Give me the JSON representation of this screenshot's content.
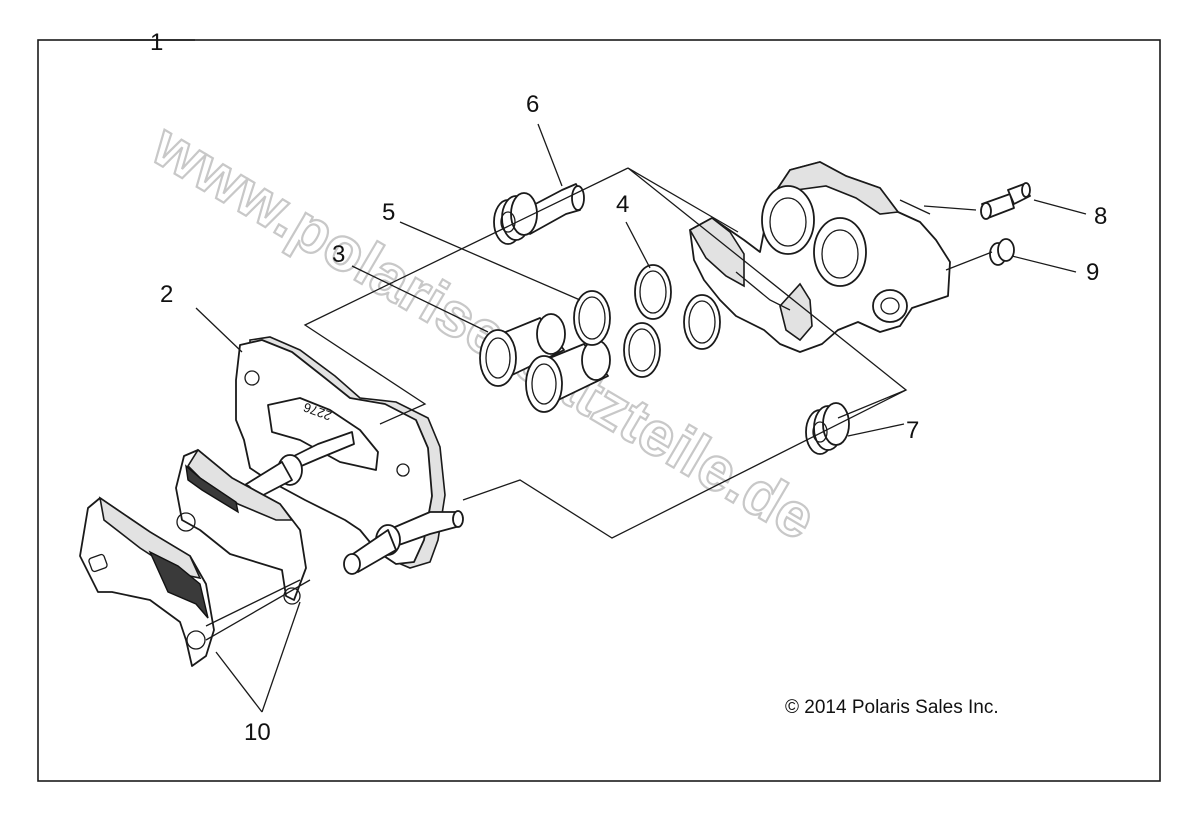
{
  "diagram": {
    "assembly_number": "1",
    "callouts": [
      "2",
      "3",
      "4",
      "5",
      "6",
      "7",
      "8",
      "9",
      "10"
    ],
    "watermark": "www.polarisersatzteile.de",
    "copyright": "© 2014 Polaris Sales Inc.",
    "bracket_stamp": "2276"
  },
  "colors": {
    "line": "#1a1a1a",
    "watermark_outline": "#c8c8c8",
    "background": "#ffffff"
  }
}
